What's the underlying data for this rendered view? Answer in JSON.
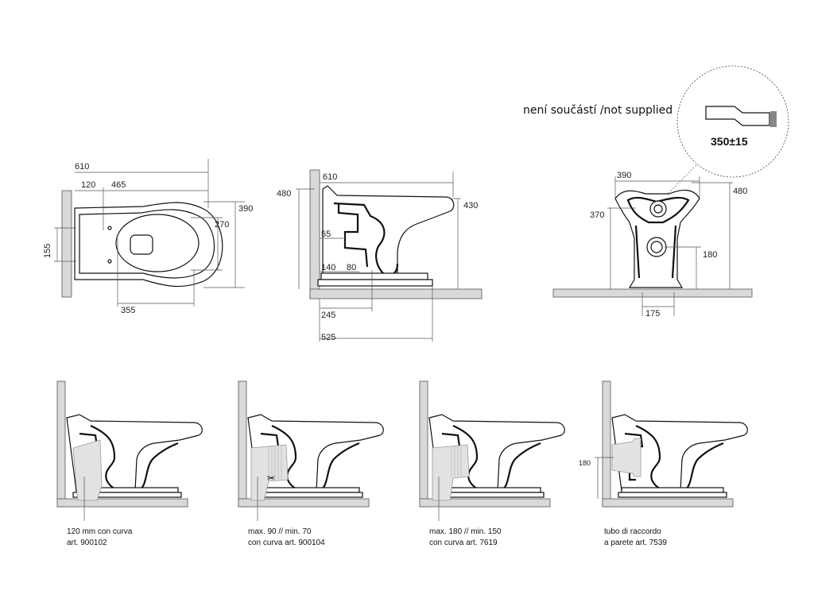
{
  "note": {
    "not_supplied": "není součástí /not supplied",
    "pipe_length": "350±15"
  },
  "top_view": {
    "d610": "610",
    "d120": "120",
    "d465": "465",
    "d390": "390",
    "d270": "270",
    "d155": "155",
    "d355": "355"
  },
  "side_view": {
    "d610": "610",
    "d480": "480",
    "d430": "430",
    "d55": "55",
    "d140": "140",
    "d80": "80",
    "d245": "245",
    "d525": "525"
  },
  "front_view": {
    "d390": "390",
    "d480": "480",
    "d370": "370",
    "d180": "180",
    "d175": "175"
  },
  "installs": [
    {
      "line1": "120 mm con curva",
      "line2": "art. 900102"
    },
    {
      "line1": "max. 90 // min. 70",
      "line2": "con curva art. 900104"
    },
    {
      "line1": "max. 180 // min. 150",
      "line2": "con curva art. 7619"
    },
    {
      "line1": "tubo di raccordo",
      "line2": "a parete art. 7539",
      "dim": "180"
    }
  ]
}
